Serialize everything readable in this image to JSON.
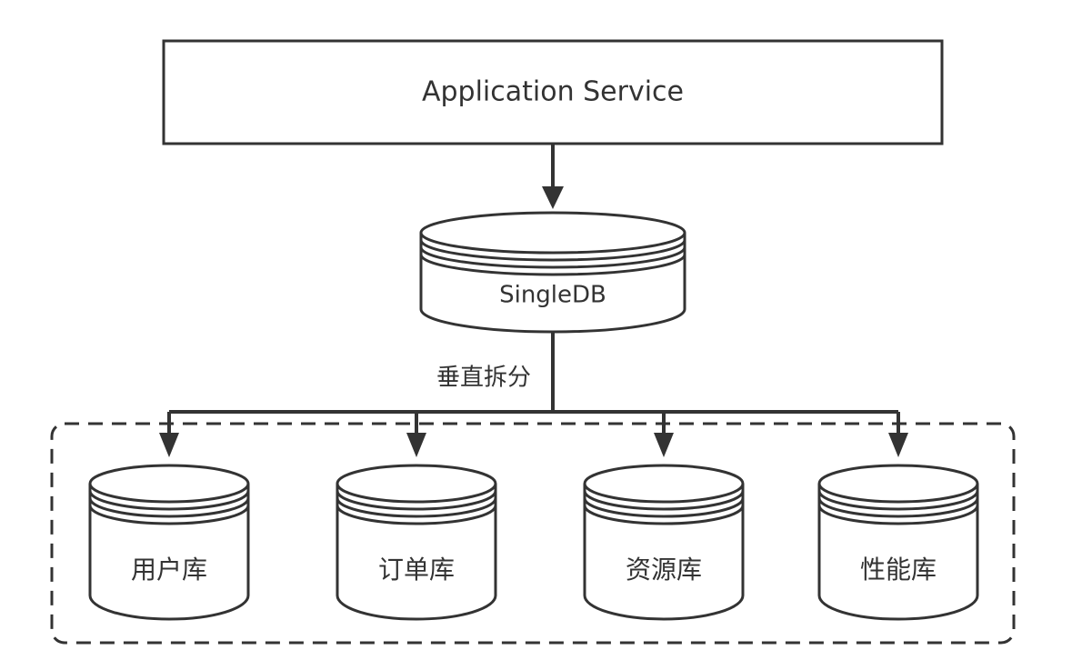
{
  "app_service": {
    "label": "Application Service"
  },
  "single_db": {
    "label": "SingleDB"
  },
  "split": {
    "label": "垂直拆分"
  },
  "databases": [
    {
      "label": "用户库"
    },
    {
      "label": "订单库"
    },
    {
      "label": "资源库"
    },
    {
      "label": "性能库"
    }
  ],
  "colors": {
    "stroke": "#333333",
    "background": "#ffffff"
  }
}
